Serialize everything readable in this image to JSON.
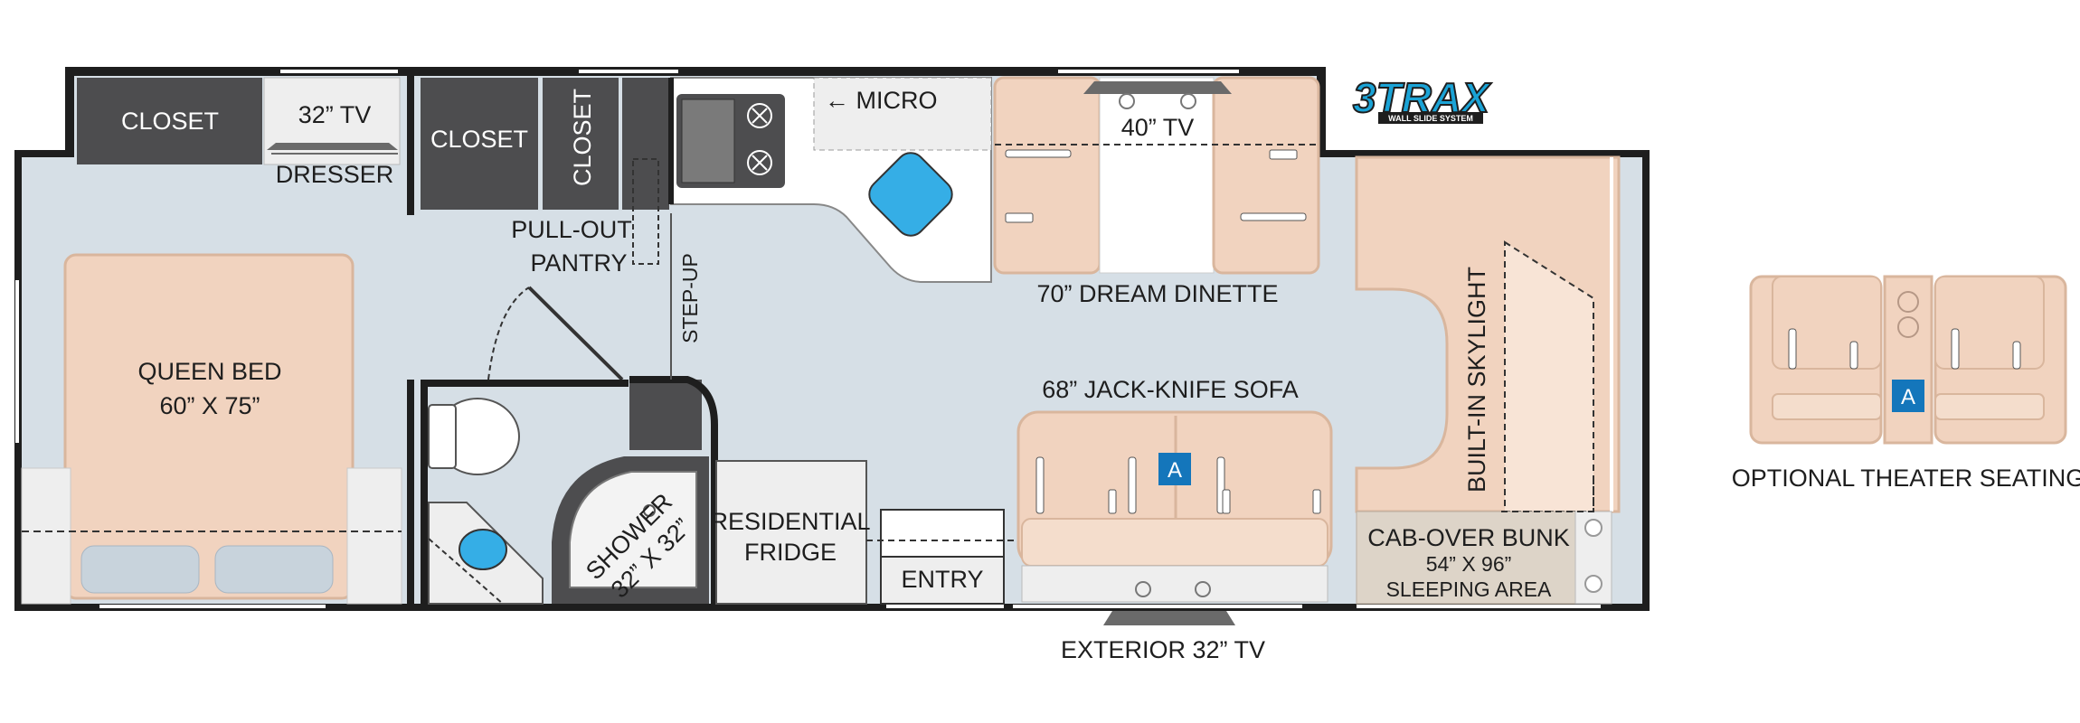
{
  "labels": {
    "closet_bedroom": "CLOSET",
    "tv_bedroom": "32” TV",
    "dresser": "DRESSER",
    "closet_mid": "CLOSET",
    "closet_vertical": "CLOSET",
    "micro": "← MICRO",
    "tv_dinette": "40” TV",
    "pull_out": "PULL-OUT",
    "pantry": "PANTRY",
    "step_up": "STEP-UP",
    "dream_dinette": "70” DREAM DINETTE",
    "queen_bed": "QUEEN BED",
    "queen_bed_size": "60” X 75”",
    "jack_knife_sofa": "68” JACK-KNIFE SOFA",
    "built_in_skylight": "BUILT-IN SKYLIGHT",
    "shower": "SHOWER",
    "shower_size": "32” X 32”",
    "residential": "RESIDENTIAL",
    "fridge": "FRIDGE",
    "entry": "ENTRY",
    "cab_over_bunk": "CAB-OVER BUNK",
    "cab_over_size": "54” X 96”",
    "sleeping_area": "SLEEPING AREA",
    "exterior_tv": "EXTERIOR 32” TV",
    "optional_theater": "OPTIONAL THEATER SEATING",
    "marker_a": "A"
  },
  "logo": {
    "main": "3TRAX",
    "sub": "WALL SLIDE SYSTEM"
  },
  "colors": {
    "floor": "#d6dfe6",
    "wall": "#1e1e1e",
    "cabinet": "#4d4d4f",
    "furniture": "#f1d3bf",
    "furniture_dark": "#d9b69d",
    "counter": "#eeeeee",
    "sink": "#35aee6",
    "marker": "#1476bb",
    "logo": "#1aa3d6"
  }
}
